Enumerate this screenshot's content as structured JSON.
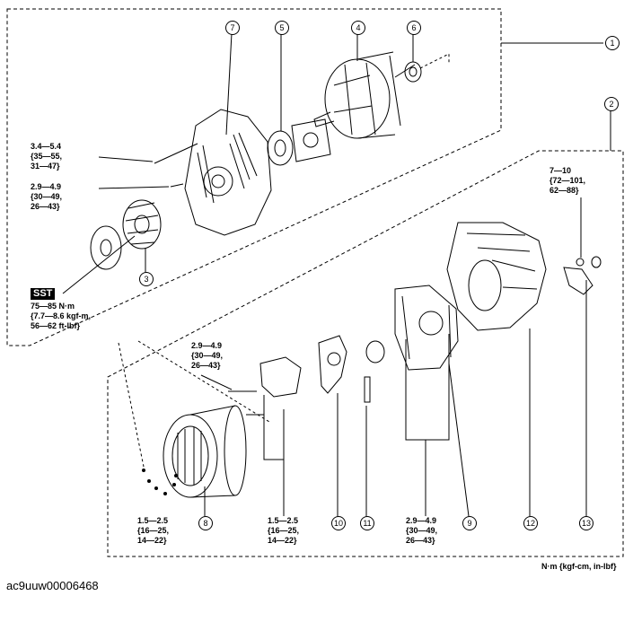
{
  "callouts": [
    "1",
    "2",
    "3",
    "4",
    "5",
    "6",
    "7",
    "8",
    "9",
    "10",
    "11",
    "12",
    "13"
  ],
  "torques": {
    "bolt_long": "3.4—5.4\n{35—55,\n31—47}",
    "bolt_short": "2.9—4.9\n{30—49,\n26—43}",
    "pulley": "75—85 N·m\n{7.7—8.6 kgf-m,\n56—62 ft-lbf}",
    "terminal_nut": "7—10\n{72—101,\n62—88}",
    "regulator_screws": "2.9—4.9\n{30—49,\n26—43}",
    "stator_screws": "1.5—2.5\n{16—25,\n14—22}",
    "brush_screws": "1.5—2.5\n{16—25,\n14—22}",
    "rectifier_screws": "2.9—4.9\n{30—49,\n26—43}"
  },
  "sst_label": "SST",
  "units_note": "N·m {kgf-cm, in-lbf}",
  "caption": "ac9uuw00006468"
}
